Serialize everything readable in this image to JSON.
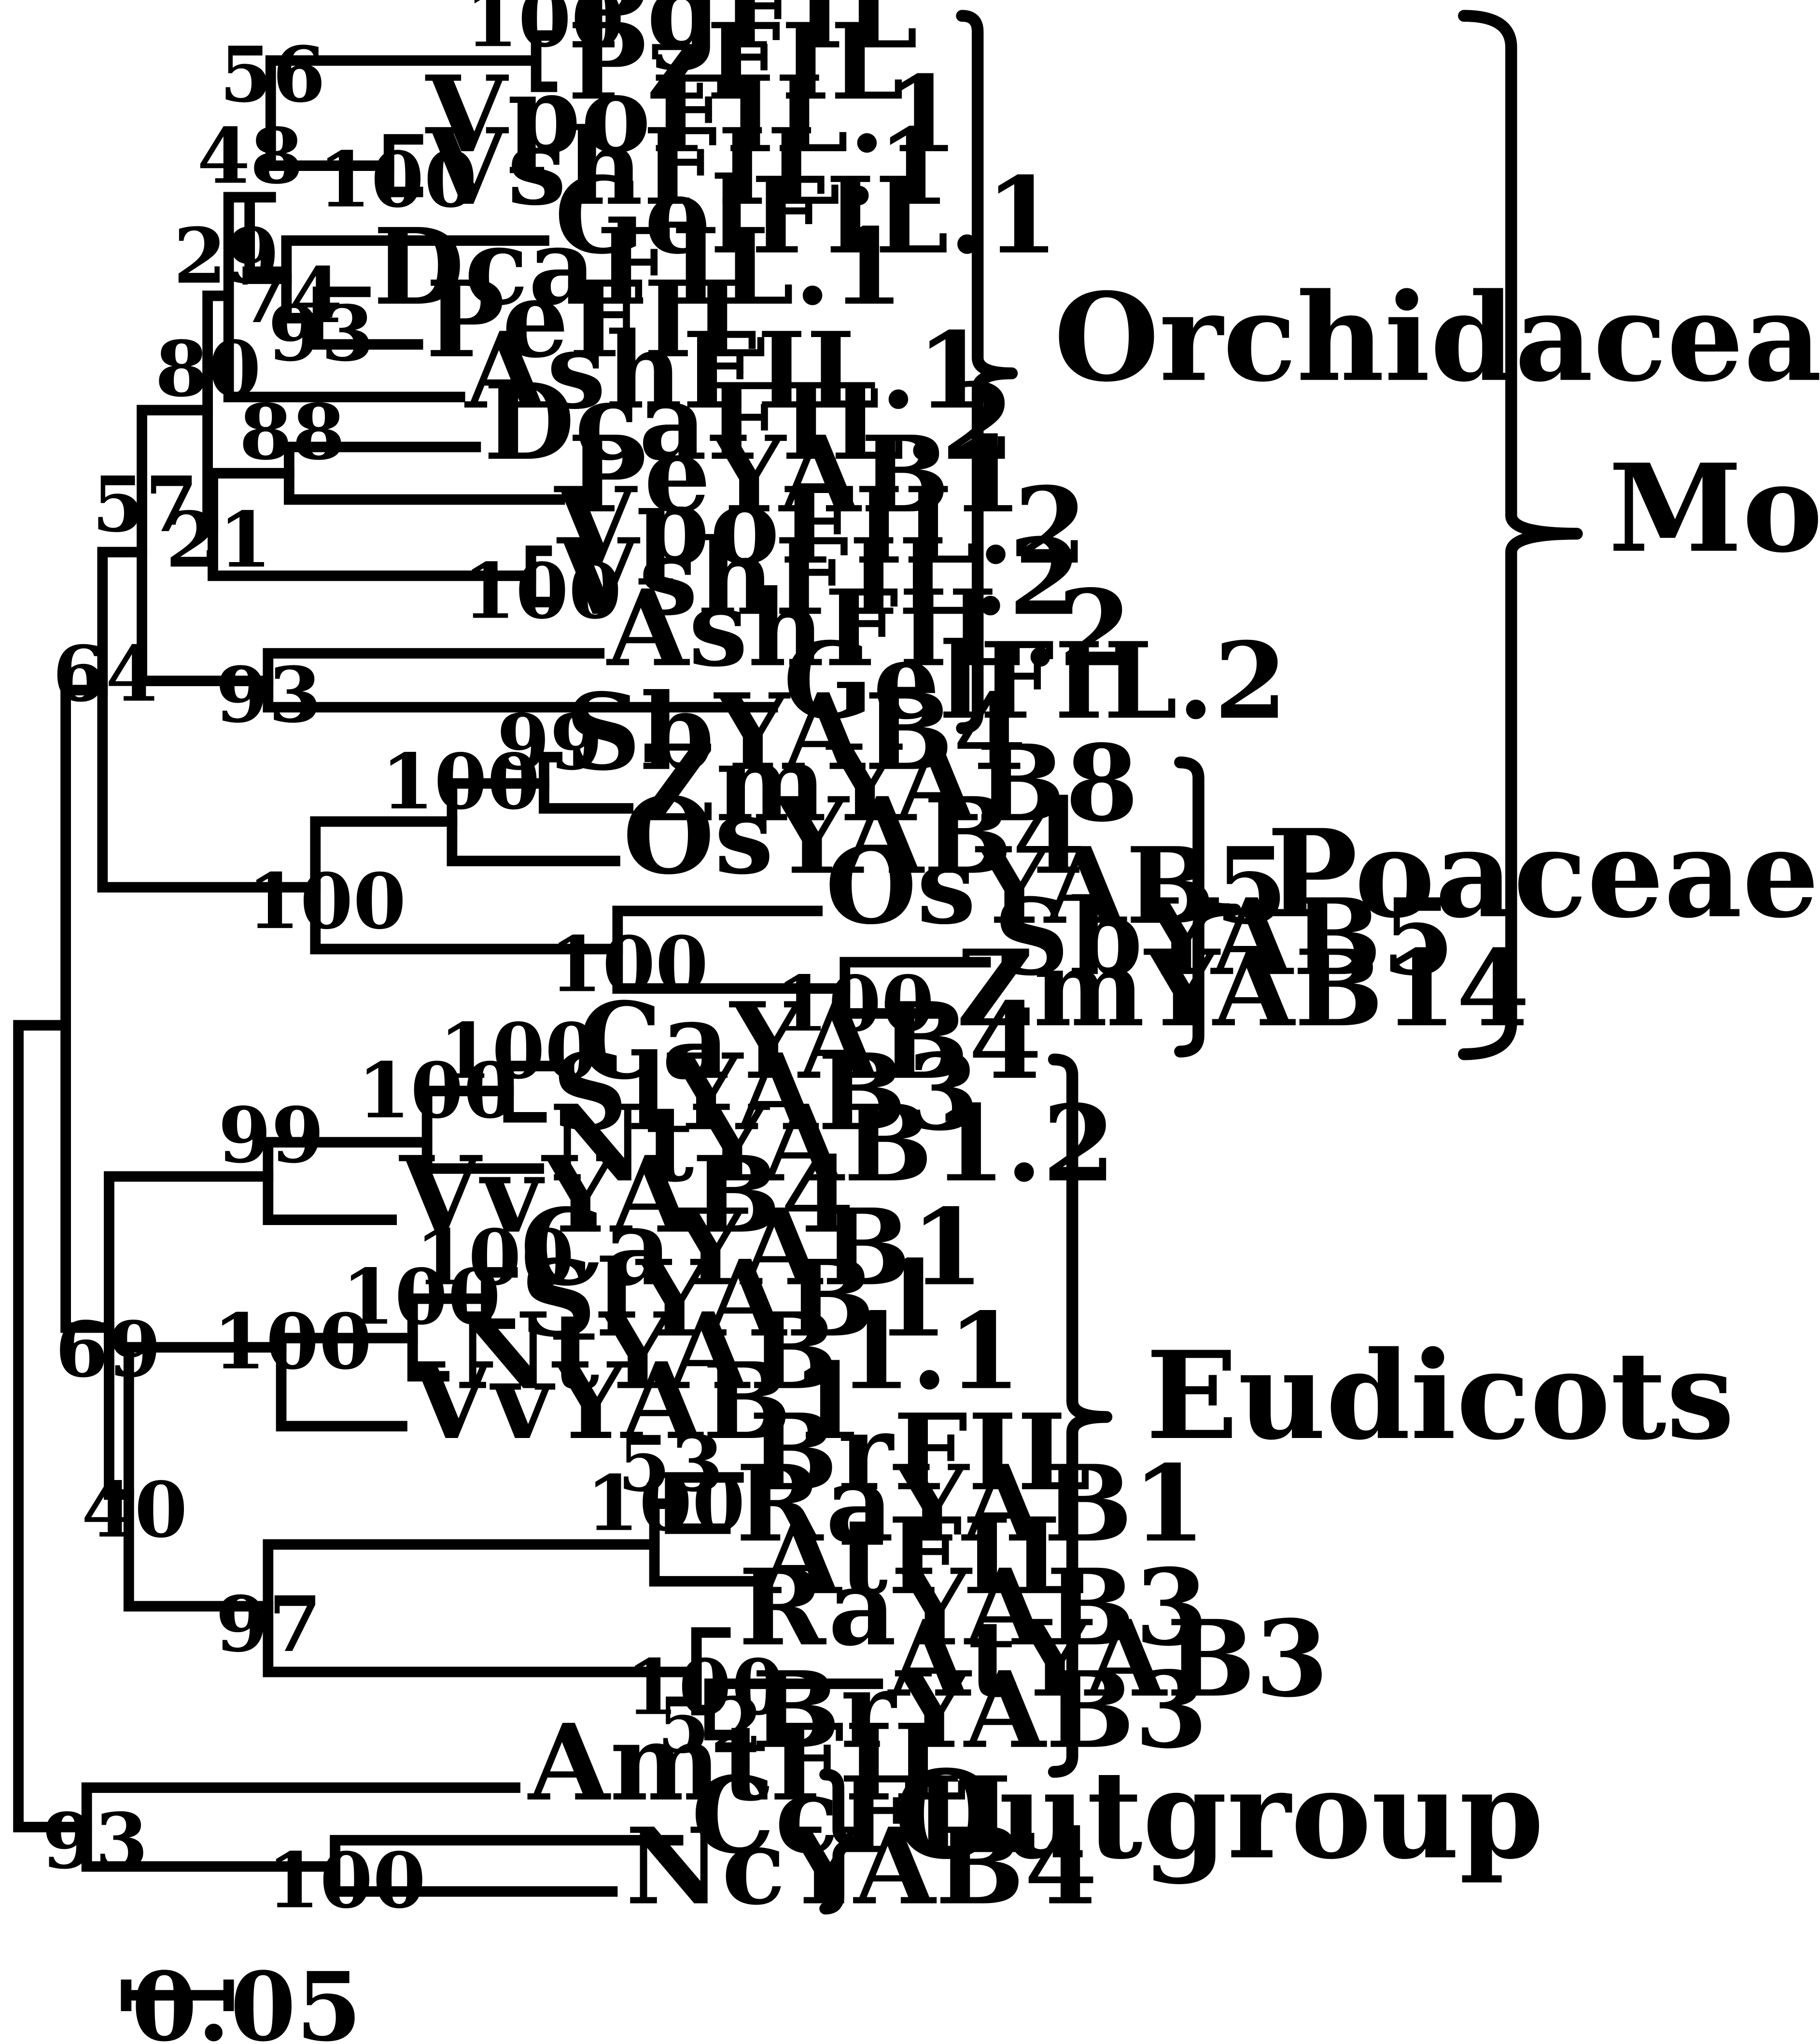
{
  "tree": {
    "leaves": [
      {
        "name": "PgFIL"
      },
      {
        "name": "PzFIL"
      },
      {
        "name": "VpoFIL.1"
      },
      {
        "name": "VshFIL.1"
      },
      {
        "name": "GelFIL.1"
      },
      {
        "name": "DcaFIL.1"
      },
      {
        "name": "PeFIL"
      },
      {
        "name": "AshFIL.1"
      },
      {
        "name": "DcaFIL.2"
      },
      {
        "name": "PeYAB1"
      },
      {
        "name": "VpoFIL.2"
      },
      {
        "name": "VshFIL.2"
      },
      {
        "name": "AshFIL.2"
      },
      {
        "name": "GelFIL.2"
      },
      {
        "name": "SbYAB4"
      },
      {
        "name": "ZmYAB8"
      },
      {
        "name": "OsYAB4"
      },
      {
        "name": "OsYAB5"
      },
      {
        "name": "SbYAB5"
      },
      {
        "name": "ZmYAB14"
      },
      {
        "name": "CaYAB4"
      },
      {
        "name": "SlYAB3"
      },
      {
        "name": "NtYAB1.2"
      },
      {
        "name": "VvYAB4"
      },
      {
        "name": "CaYAB1"
      },
      {
        "name": "SlYAB1"
      },
      {
        "name": "NtYAB1.1"
      },
      {
        "name": "VvYAB1"
      },
      {
        "name": "BrFIL"
      },
      {
        "name": "RaYAB1"
      },
      {
        "name": "AtFIL"
      },
      {
        "name": "RaYAB3"
      },
      {
        "name": "AtYAB3"
      },
      {
        "name": "BrYAB3"
      },
      {
        "name": "AmtFIL"
      },
      {
        "name": "CcFIL"
      },
      {
        "name": "NcYAB4"
      }
    ],
    "support_values": [
      "100",
      "56",
      "100",
      "48",
      "74",
      "93",
      "29",
      "80",
      "88",
      "21",
      "100",
      "57",
      "93",
      "64",
      "99",
      "100",
      "100",
      "100",
      "100",
      "100",
      "100",
      "99",
      "100",
      "100",
      "100",
      "69",
      "53",
      "100",
      "40",
      "97",
      "100",
      "52",
      "93",
      "100"
    ],
    "groups": [
      {
        "label": "Orchidaceae"
      },
      {
        "label": "Monocots"
      },
      {
        "label": "Poaceae"
      },
      {
        "label": "Eudicots"
      },
      {
        "label": "Outgroup"
      }
    ],
    "scale_bar": {
      "label": "0.05"
    }
  }
}
